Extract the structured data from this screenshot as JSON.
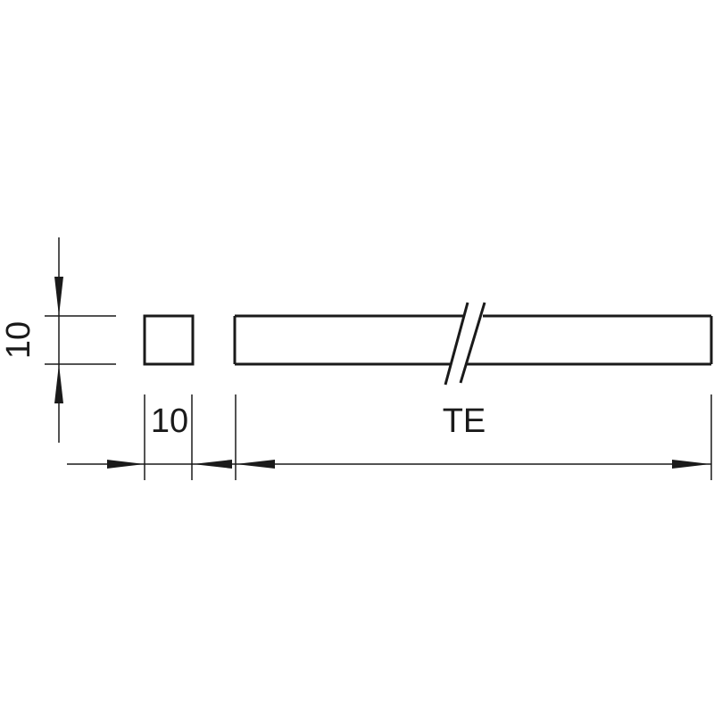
{
  "drawing": {
    "height_label": "10",
    "width_label": "10",
    "length_label": "TE",
    "line_color": "#1a1a1a",
    "background": "#ffffff"
  }
}
